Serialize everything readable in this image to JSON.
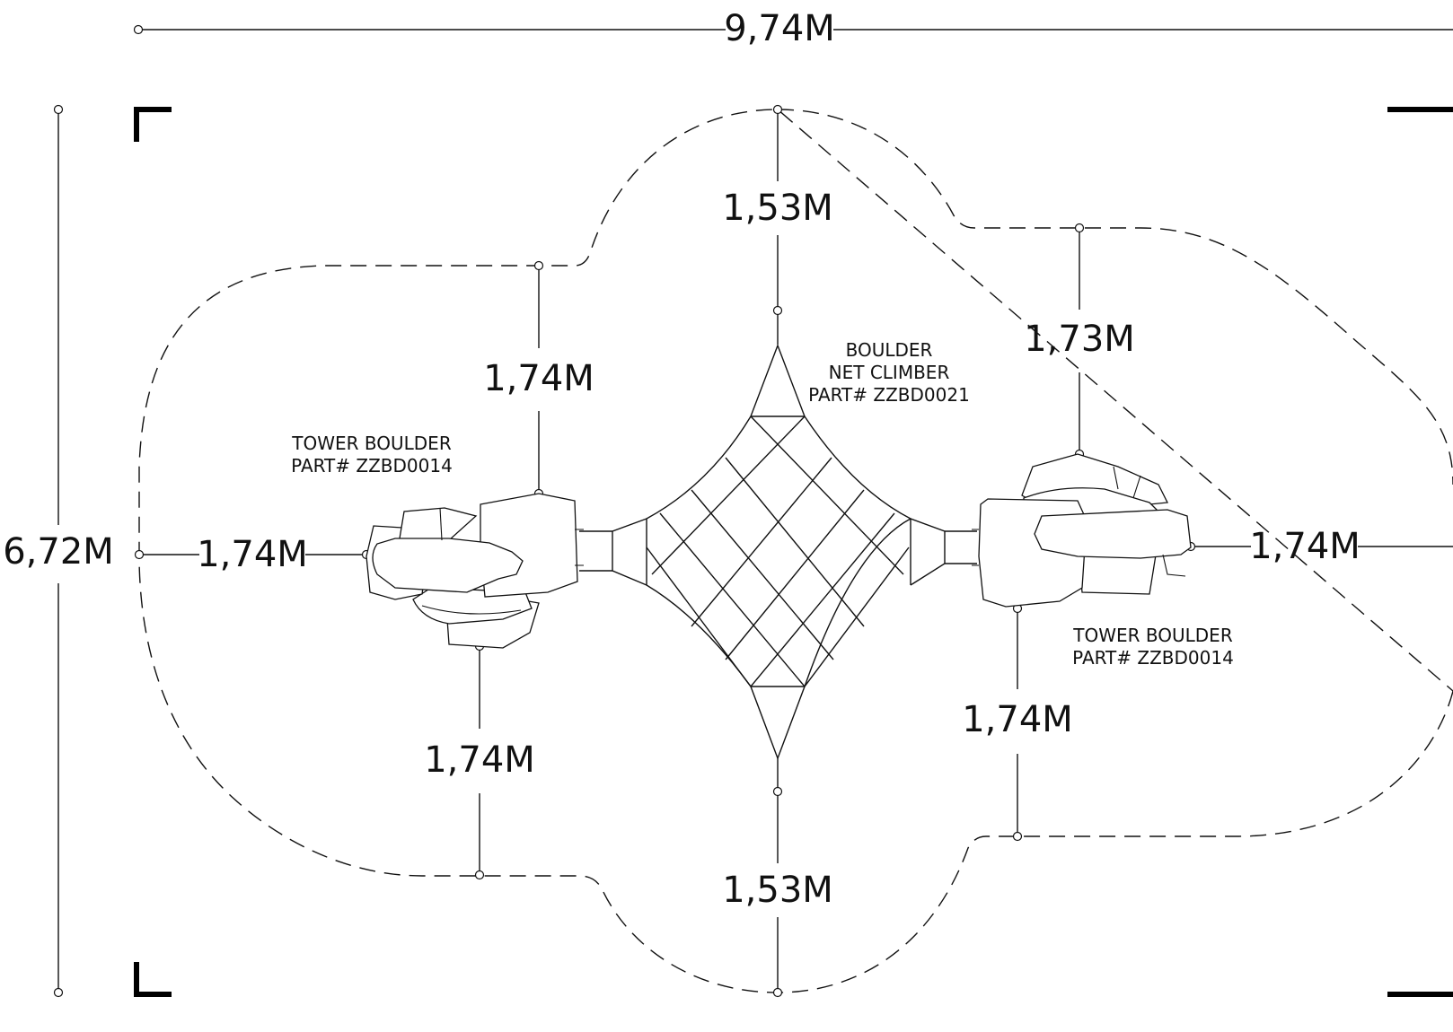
{
  "dimensions": {
    "overall_width": "9,74M",
    "overall_height": "6,72M",
    "top_clearance": "1,53M",
    "bottom_clearance": "1,53M",
    "left_tower_top": "1,74M",
    "left_tower_side": "1,74M",
    "left_tower_bottom": "1,74M",
    "right_tower_top": "1,73M",
    "right_tower_side": "1,74M",
    "right_tower_bottom": "1,74M"
  },
  "components": {
    "net_climber": {
      "line1": "BOULDER",
      "line2": "NET CLIMBER",
      "line3": "PART# ZZBD0021"
    },
    "left_tower": {
      "line1": "TOWER BOULDER",
      "line2": "PART# ZZBD0014"
    },
    "right_tower": {
      "line1": "TOWER BOULDER",
      "line2": "PART# ZZBD0014"
    }
  }
}
